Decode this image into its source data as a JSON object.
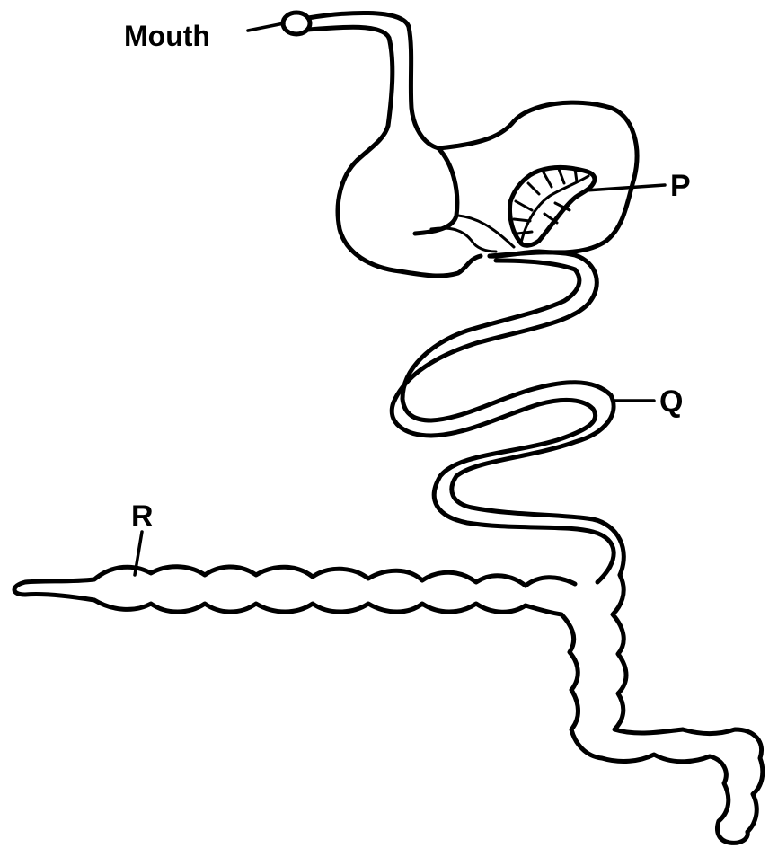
{
  "labels": {
    "mouth": "Mouth",
    "p": "P",
    "q": "Q",
    "r": "R"
  },
  "colors": {
    "stroke": "#000000",
    "background": "#ffffff"
  }
}
